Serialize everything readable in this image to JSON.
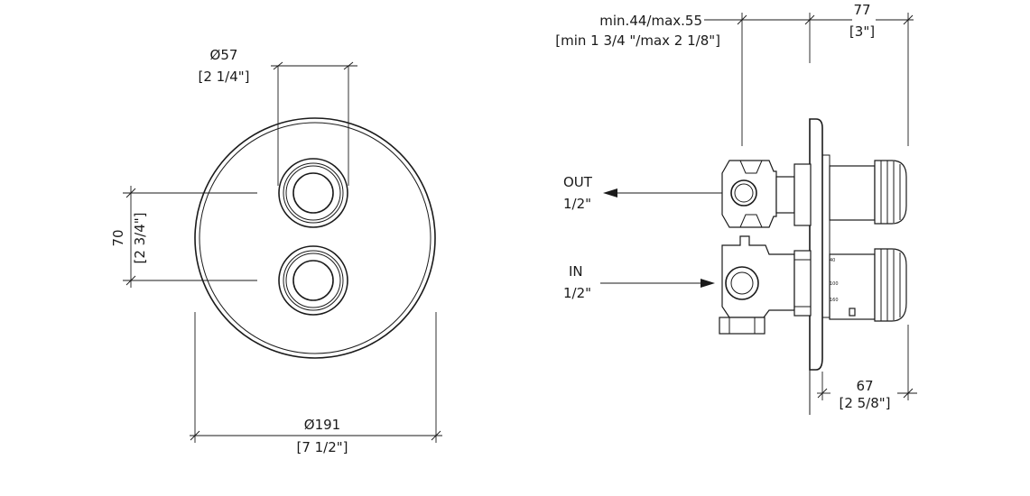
{
  "front_view": {
    "cap_diameter": "Ø57",
    "cap_diameter_in": "[2 1/4\"]",
    "spacing": "70",
    "spacing_in": "[2 3/4\"]",
    "plate_diameter": "Ø191",
    "plate_diameter_in": "[7 1/2\"]"
  },
  "side_view": {
    "depth_range": "min.44/max.55",
    "depth_range_in": "[min 1 3/4 \"/max 2 1/8\"]",
    "overall_depth": "77",
    "overall_depth_in": "[3\"]",
    "handle_depth": "67",
    "handle_depth_in": "[2 5/8\"]",
    "outlet_label": "OUT",
    "outlet_size": "1/2\"",
    "inlet_label": "IN",
    "inlet_size": "1/2\""
  },
  "scale_marks": [
    "40",
    "100",
    "160"
  ]
}
